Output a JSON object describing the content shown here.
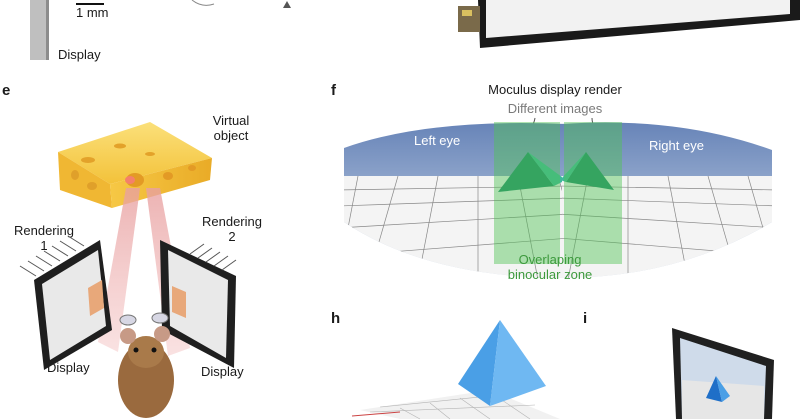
{
  "top": {
    "scale_bar": "1 mm",
    "display": "Display"
  },
  "panel_e": {
    "letter": "e",
    "virtual_object": [
      "Virtual",
      "object"
    ],
    "rendering_1": [
      "Rendering",
      "1"
    ],
    "rendering_2": [
      "Rendering",
      "2"
    ],
    "display_left": "Display",
    "display_right": "Display"
  },
  "panel_f": {
    "letter": "f",
    "title": "Moculus display render",
    "different_images": "Different images",
    "left_eye": "Left eye",
    "right_eye": "Right eye",
    "overlap": [
      "Overlaping",
      "binocular zone"
    ]
  },
  "panel_h": {
    "letter": "h"
  },
  "panel_i": {
    "letter": "i"
  },
  "colors": {
    "sky_top": "#6a86b8",
    "sky_bottom": "#c9d6e6",
    "floor": "#f2f2f2",
    "overlap_green": "#4fc455",
    "overlap_text": "#3d9a3d",
    "pyramid_blue": "#4a9fe6",
    "pyramid_teal": "#2aa07a",
    "cheese": "#f6c63e"
  }
}
